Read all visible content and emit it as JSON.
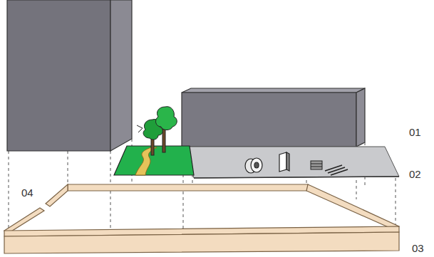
{
  "diagram": {
    "labels": [
      "01",
      "02",
      "04",
      "03"
    ]
  }
}
